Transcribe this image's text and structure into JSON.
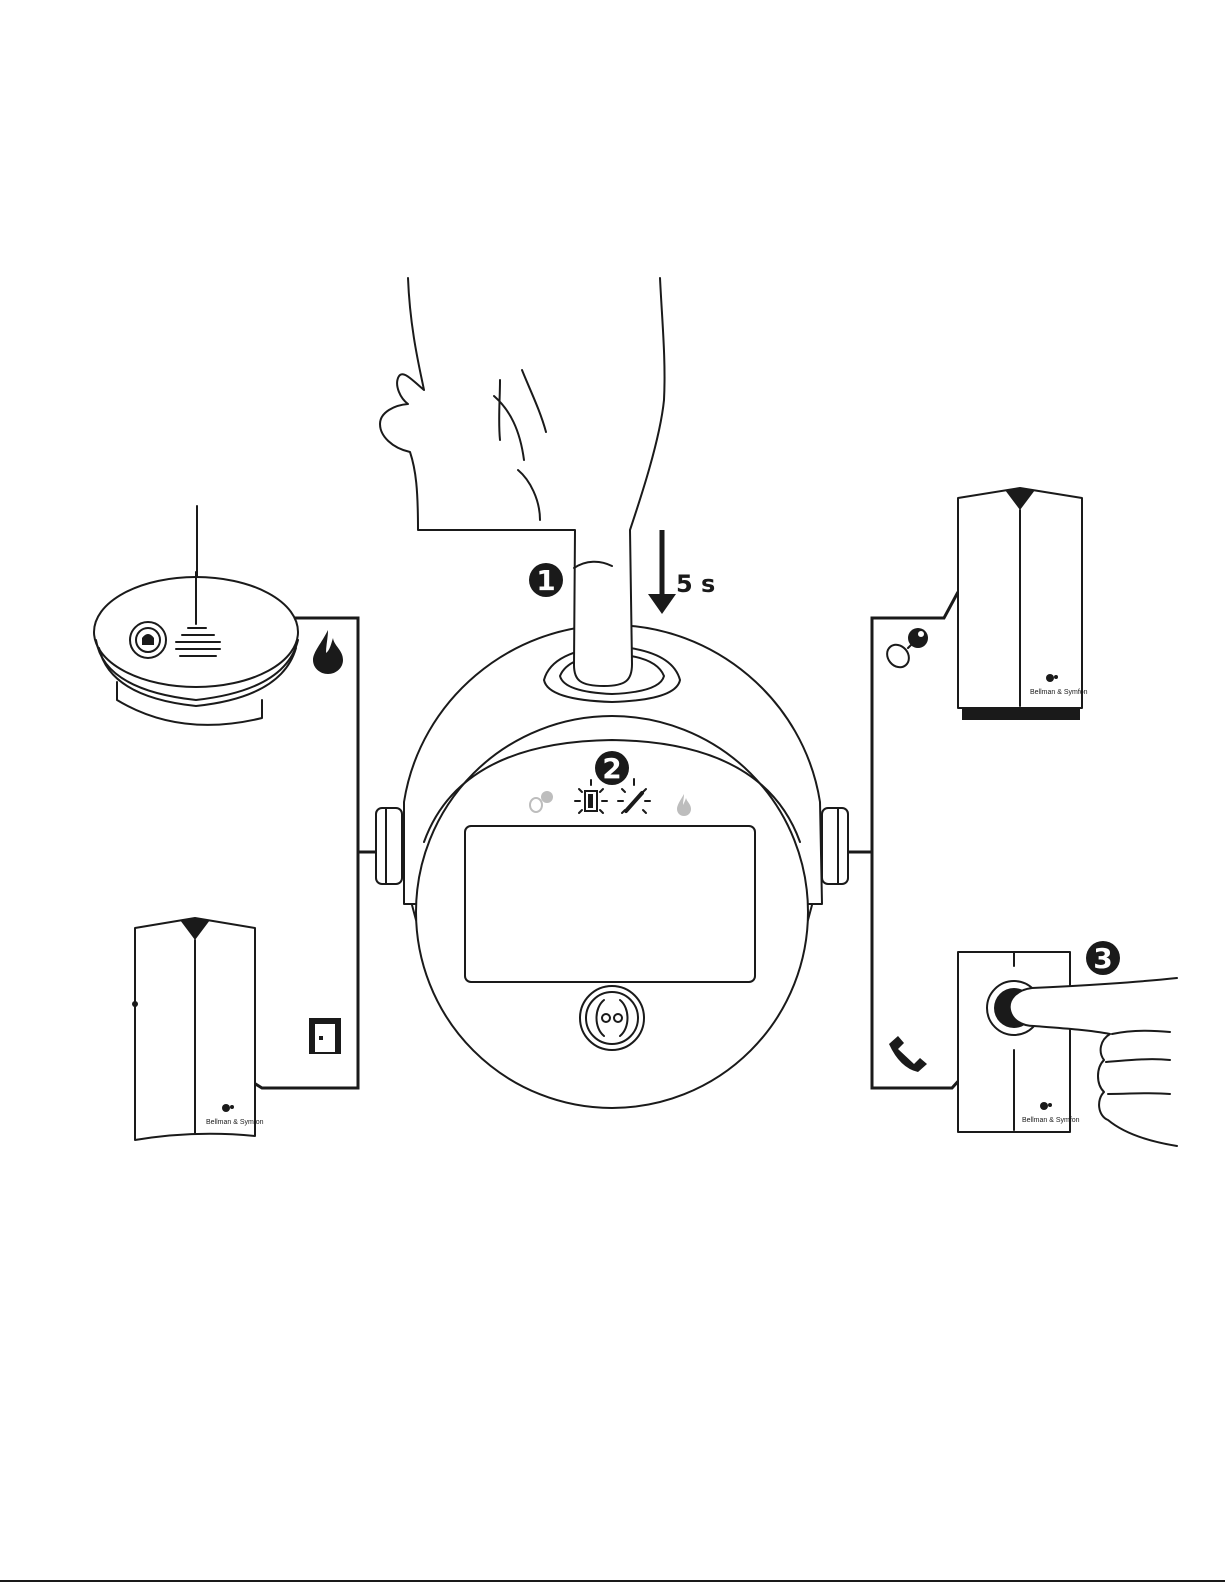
{
  "steps": {
    "one": "1",
    "two": "2",
    "three": "3"
  },
  "hold_duration": "5 s",
  "brand": "Bellman & Symfon",
  "icons": {
    "fire": "flame-icon",
    "door": "door-icon",
    "baby": "baby-monitor-icon",
    "phone": "phone-icon",
    "indicator_baby": "baby-indicator-icon",
    "indicator_door": "door-indicator-icon",
    "indicator_phone": "phone-indicator-icon",
    "indicator_fire": "fire-indicator-icon"
  },
  "colors": {
    "ink": "#1a1a1a",
    "inactive": "#bdbdbd",
    "background": "#ffffff",
    "footer_link": "#3355cc"
  }
}
